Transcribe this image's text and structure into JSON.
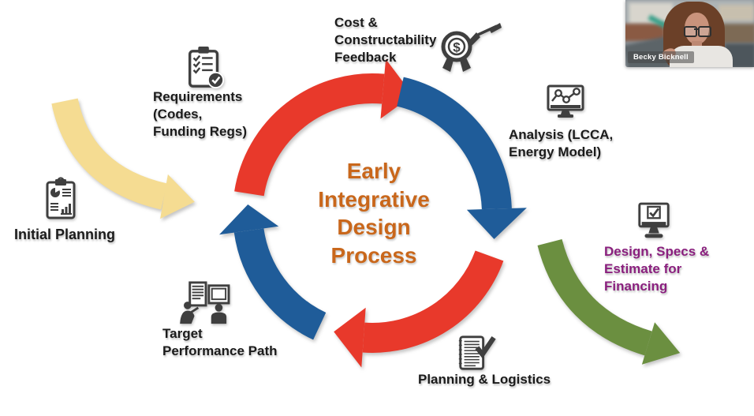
{
  "colors": {
    "red": "#E8392B",
    "blue": "#1F5C99",
    "yellow": "#F5DC92",
    "green": "#6B8F40",
    "title_orange": "#C9671B",
    "purple": "#8A1F7E",
    "icon_gray": "#3F3F3F",
    "label_black": "#1B1B1B"
  },
  "cycle": {
    "title": "Early\nIntegrative\nDesign\nProcess",
    "steps": [
      {
        "label": "Cost &\nConstructability\nFeedback",
        "icon": "dollar-target-icon"
      },
      {
        "label": "Analysis (LCCA,\nEnergy Model)",
        "icon": "monitor-graph-icon"
      },
      {
        "label": "Planning & Logistics",
        "icon": "notepad-check-icon"
      },
      {
        "label": "Target\nPerformance Path",
        "icon": "meeting-presentation-icon"
      },
      {
        "label": "Requirements\n(Codes,\nFunding Regs)",
        "icon": "clipboard-checklist-icon"
      }
    ]
  },
  "input_step": {
    "label": "Initial Planning",
    "icon": "clipboard-chart-icon"
  },
  "output_step": {
    "label": "Design, Specs &\nEstimate for\nFinancing",
    "icon": "monitor-check-icon"
  },
  "webcam": {
    "speaker_name": "Becky Bicknell"
  },
  "currency_symbol": "$"
}
